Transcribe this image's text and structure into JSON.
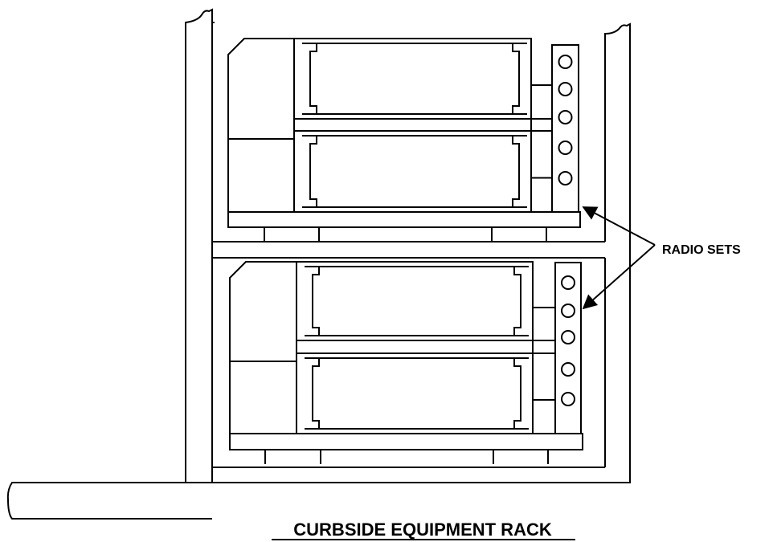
{
  "callout": {
    "label": "RADIO SETS"
  },
  "caption": {
    "text": "CURBSIDE EQUIPMENT RACK"
  },
  "radio_sets": [
    {
      "id": "upper",
      "indicator_count": 5
    },
    {
      "id": "lower",
      "indicator_count": 5
    }
  ],
  "colors": {
    "line": "#000000",
    "background": "#ffffff"
  }
}
